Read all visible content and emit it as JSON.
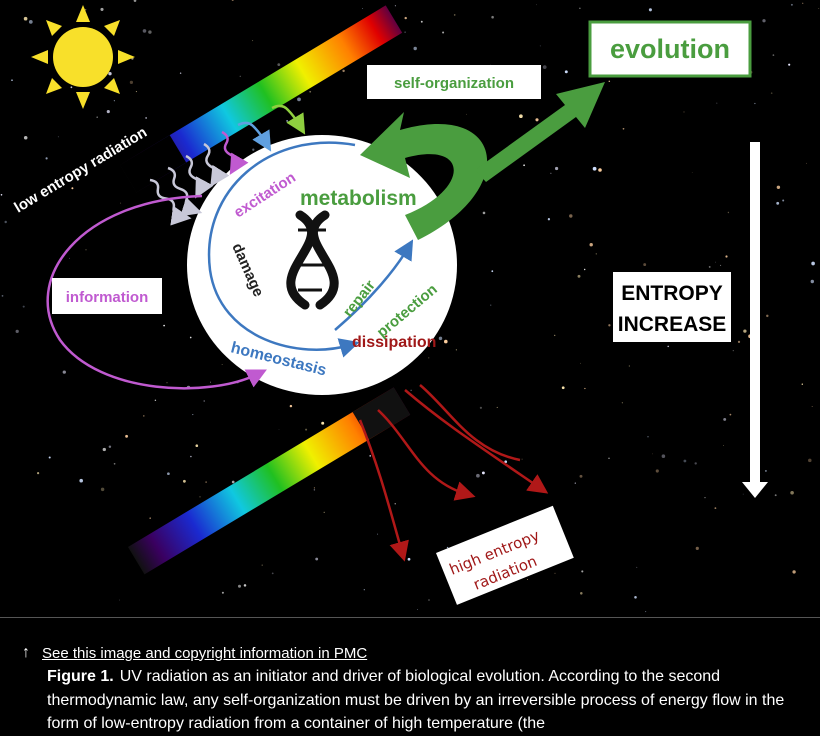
{
  "diagram": {
    "labels": {
      "evolution": "evolution",
      "self_organization": "self-organization",
      "low_entropy_radiation": "low entropy radiation",
      "information": "information",
      "excitation": "excitation",
      "metabolism": "metabolism",
      "damage": "damage",
      "repair": "repair",
      "protection": "protection",
      "homeostasis": "homeostasis",
      "dissipation": "dissipation",
      "entropy_line1": "ENTROPY",
      "entropy_line2": "INCREASE",
      "high_entropy_line1": "high entropy",
      "high_entropy_line2": "radiation"
    },
    "colors": {
      "green": "#4a9d3f",
      "violet": "#c05ad0",
      "blue": "#3d78c0",
      "dark_red": "#a01818",
      "background": "#000000"
    },
    "icons": [
      "sun-icon",
      "dna-icon"
    ]
  },
  "caption": {
    "link_text": "See this image and copyright information in PMC",
    "figure_label": "Figure 1.",
    "text": "UV radiation as an initiator and driver of biological evolution. According to the second thermodynamic law, any self-organization must be driven by an irreversible process of energy flow in the form of low-entropy radiation from a container of high temperature (the"
  }
}
